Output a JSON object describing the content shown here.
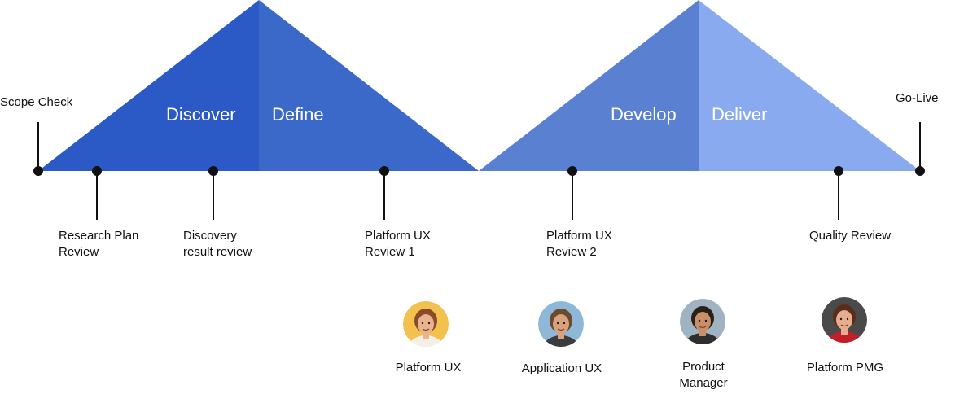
{
  "phases": {
    "discover": "Discover",
    "define": "Define",
    "develop": "Develop",
    "deliver": "Deliver"
  },
  "milestones": {
    "scope_check": "Scope Check",
    "research_plan_review": "Research Plan\nReview",
    "discovery_result_review": "Discovery\nresult review",
    "platform_ux_review_1": "Platform UX\nReview 1",
    "platform_ux_review_2": "Platform UX\nReview 2",
    "quality_review": "Quality Review",
    "go_live": "Go-Live"
  },
  "roles": [
    {
      "label": "Platform UX",
      "avatar_bg": "#f2c14e",
      "skin": "#e8b48f",
      "hair": "#8a4b2a",
      "shirt": "#f4f0e6"
    },
    {
      "label": "Application UX",
      "avatar_bg": "#8fb8d8",
      "skin": "#d9a27e",
      "hair": "#6b4a2e",
      "shirt": "#3c3c3c"
    },
    {
      "label": "Product\nManager",
      "avatar_bg": "#9fb3c2",
      "skin": "#c78f6a",
      "hair": "#2b2018",
      "shirt": "#2e2e2e"
    },
    {
      "label": "Platform PMG",
      "avatar_bg": "#4a4a4a",
      "skin": "#e6ad8e",
      "hair": "#5a2c1c",
      "shirt": "#c41d2a"
    }
  ],
  "colors": {
    "discover": "#2b5ac6",
    "define": "#3b69c9",
    "develop": "#5a80d2",
    "deliver": "#89aaee",
    "line": "#111111"
  }
}
